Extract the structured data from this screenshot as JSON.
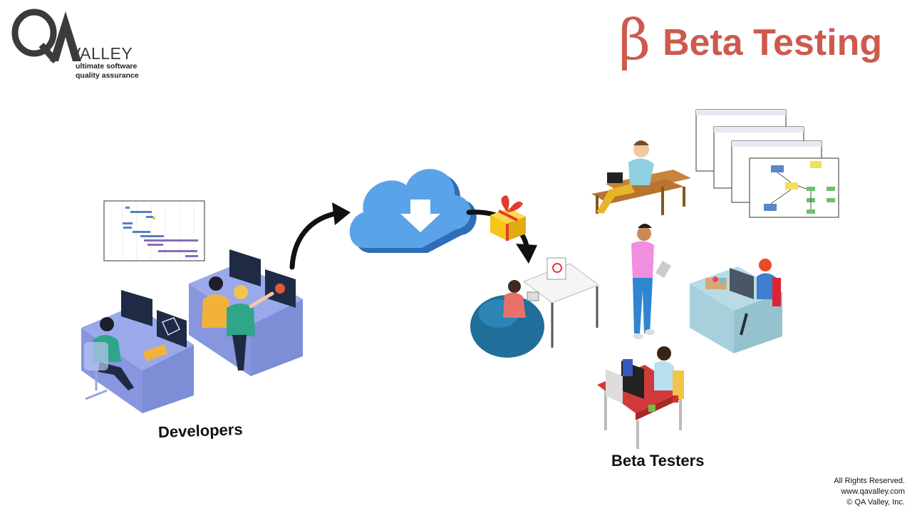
{
  "logo": {
    "mark": "QA",
    "name": "VALLEY",
    "tagline_line1": "ultimate software",
    "tagline_line2": "quality assurance"
  },
  "title": {
    "symbol": "β",
    "text": "Beta Testing",
    "color": "#cd5a4f"
  },
  "labels": {
    "developers": "Developers",
    "beta_testers": "Beta Testers"
  },
  "footer": {
    "line1": "All Rights Reserved.",
    "line2": "www.qavalley.com",
    "line3": "© QA Valley, Inc."
  },
  "colors": {
    "desk_blue": "#8e9ee0",
    "cloud_blue": "#4a8fd6",
    "arrow": "#111111",
    "gift_yellow": "#f5c518",
    "gift_ribbon": "#e33b2e"
  }
}
